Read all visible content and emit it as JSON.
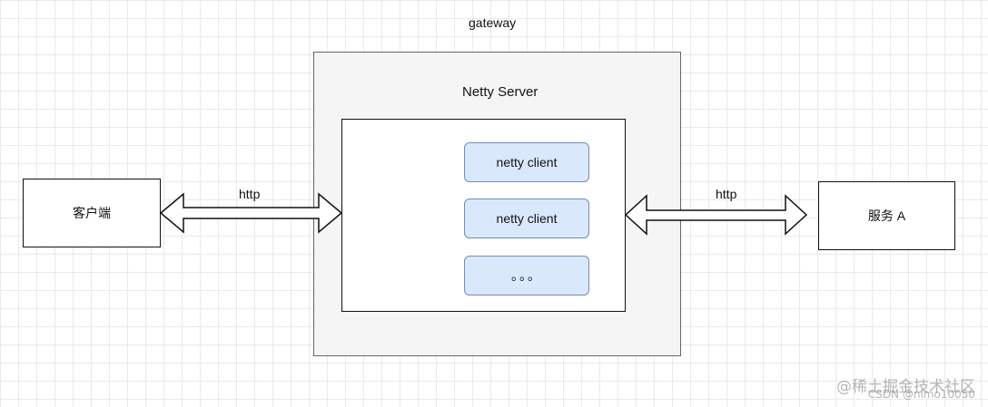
{
  "diagram": {
    "gateway_label": "gateway",
    "netty_server_label": "Netty Server",
    "clients": [
      "netty client",
      "netty client",
      "。。。"
    ],
    "left_node": "客户端",
    "right_node": "服务 A",
    "left_edge_label": "http",
    "right_edge_label": "http"
  },
  "watermark": {
    "line1": "@稀土掘金技术社区",
    "line2": "CSDN @nimo10050"
  },
  "colors": {
    "client_fill": "#dae8fc",
    "client_stroke": "#6c8ebf",
    "gateway_fill": "#f5f5f5"
  }
}
